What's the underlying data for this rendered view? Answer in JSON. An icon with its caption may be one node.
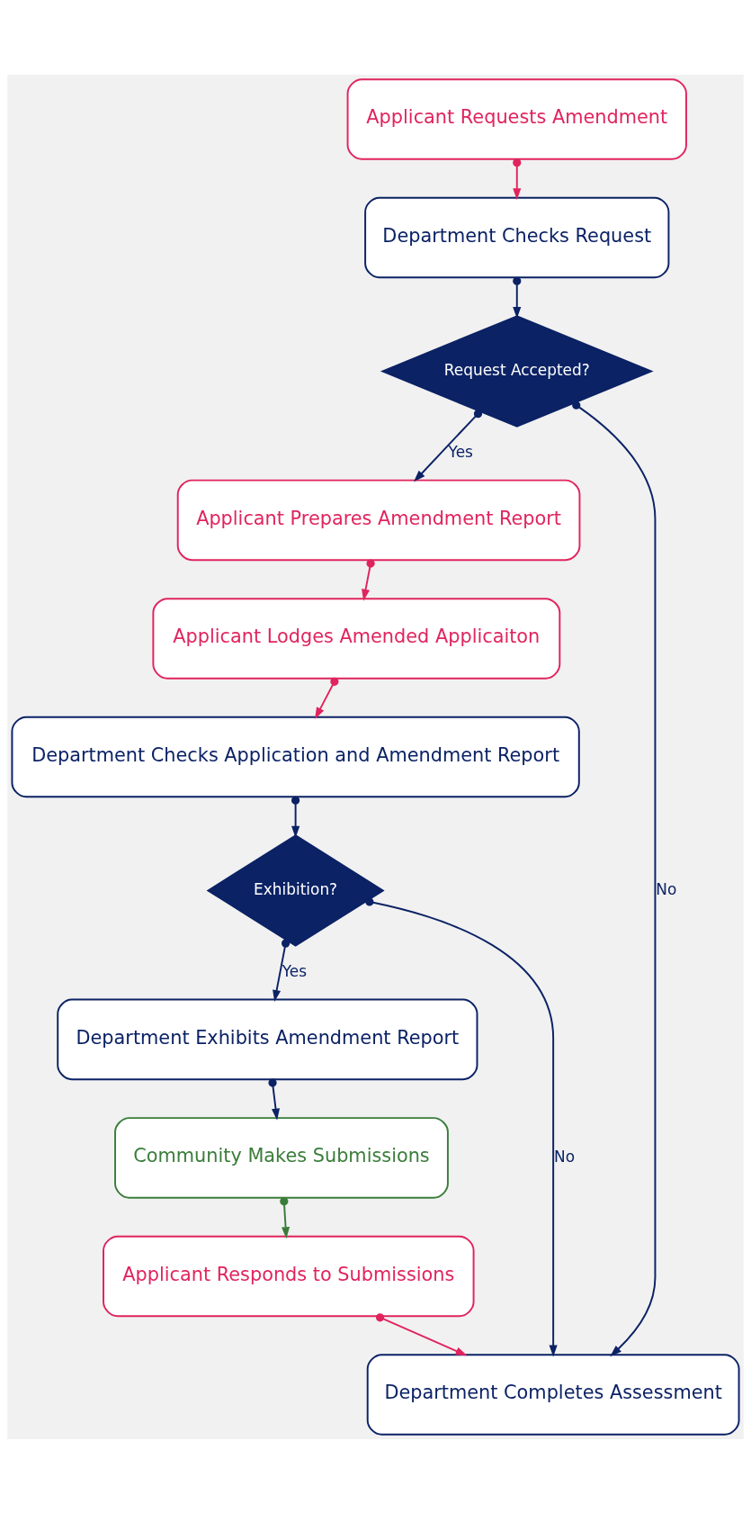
{
  "diagram": {
    "nodes": [
      {
        "text": [
          "Applicant Requests Amendment"
        ]
      },
      {
        "text": [
          "Department Checks Request"
        ]
      },
      {
        "text": [
          "Request Accepted?"
        ]
      },
      {
        "text": [
          "Applicant Prepares Amendment Report"
        ]
      },
      {
        "text": [
          "Applicant Lodges Amended Applicaiton"
        ]
      },
      {
        "text": [
          "Department Checks Application and Amendment Report"
        ]
      },
      {
        "text": [
          "Exhibition?"
        ]
      },
      {
        "text": [
          "Department Exhibits Amendment Report"
        ]
      },
      {
        "text": [
          "Community Makes Submissions"
        ]
      },
      {
        "text": [
          "Applicant Responds to Submissions"
        ]
      },
      {
        "text": [
          "Department Completes Assessment"
        ]
      }
    ],
    "edges": [
      {
        "from": 0,
        "to": 1,
        "arrow": "to",
        "color": "#e0245e"
      },
      {
        "from": 1,
        "to": 2,
        "arrow": "to"
      },
      {
        "from": 2,
        "to": 10,
        "arrow": "to",
        "label": "No"
      },
      {
        "from": 2,
        "to": 3,
        "arrow": "to",
        "label": "Yes"
      },
      {
        "from": 3,
        "to": 4,
        "arrow": "to",
        "color": "#e0245e"
      },
      {
        "from": 4,
        "to": 5,
        "arrow": "to",
        "color": "#e0245e"
      },
      {
        "from": 5,
        "to": 6,
        "arrow": "to"
      },
      {
        "from": 6,
        "to": 10,
        "arrow": "to",
        "label": "No"
      },
      {
        "from": 6,
        "to": 7,
        "arrow": "to",
        "label": "Yes"
      },
      {
        "from": 7,
        "to": 8,
        "arrow": "to"
      },
      {
        "from": 8,
        "to": 9,
        "arrow": "to",
        "color": "#3a7d3a"
      },
      {
        "from": 9,
        "to": 10,
        "arrow": "to",
        "color": "#e0245e"
      }
    ]
  }
}
